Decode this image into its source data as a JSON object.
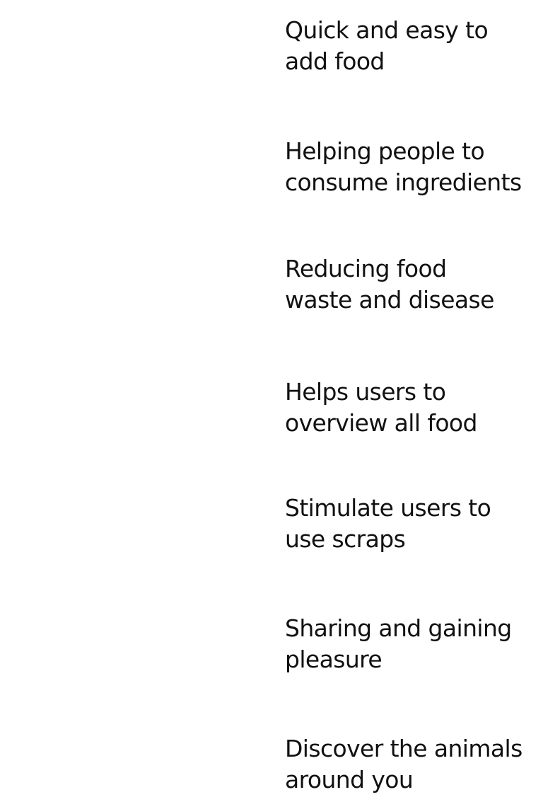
{
  "features": [
    {
      "line1": "Quick and easy to",
      "line2": "add food"
    },
    {
      "line1": "Helping people to",
      "line2": "consume ingredients"
    },
    {
      "line1": "Reducing food",
      "line2": "waste and disease"
    },
    {
      "line1": "Helps users to",
      "line2": "overview all food"
    },
    {
      "line1": "Stimulate users to",
      "line2": "use scraps"
    },
    {
      "line1": "Sharing and gaining",
      "line2": "pleasure"
    },
    {
      "line1": "Discover the animals",
      "line2": "around you"
    }
  ]
}
